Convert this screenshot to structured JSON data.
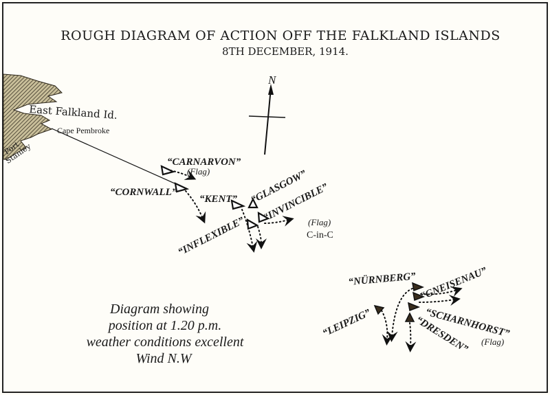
{
  "title": "ROUGH DIAGRAM OF ACTION OFF THE FALKLAND ISLANDS",
  "date": "8TH DECEMBER, 1914.",
  "compass": {
    "north": "N"
  },
  "places": {
    "island": "East Falkland Id.",
    "cape": "Cape Pembroke",
    "port_line1": "Port",
    "port_line2": "Stanley"
  },
  "british_ships": {
    "carnarvon": "“CARNARVON”",
    "carnarvon_flag": "(Flag)",
    "cornwall": "“CORNWALL”",
    "kent": "“KENT”",
    "glasgow": "“GLASGOW”",
    "invincible": "“INVINCIBLE”",
    "invincible_flag": "(Flag)",
    "invincible_cinc": "C-in-C",
    "inflexible": "“INFLEXIBLE”"
  },
  "german_ships": {
    "nurnberg": "“NÜRNBERG”",
    "gneisenau": "“GNEISENAU”",
    "scharnhorst": "“SCHARNHORST”",
    "scharnhorst_flag": "(Flag)",
    "dresden": "“DRESDEN”",
    "leipzig": "“LEIPZIG”"
  },
  "caption": [
    "Diagram showing",
    "position at 1.20 p.m.",
    "weather conditions excellent",
    "Wind N.W"
  ]
}
